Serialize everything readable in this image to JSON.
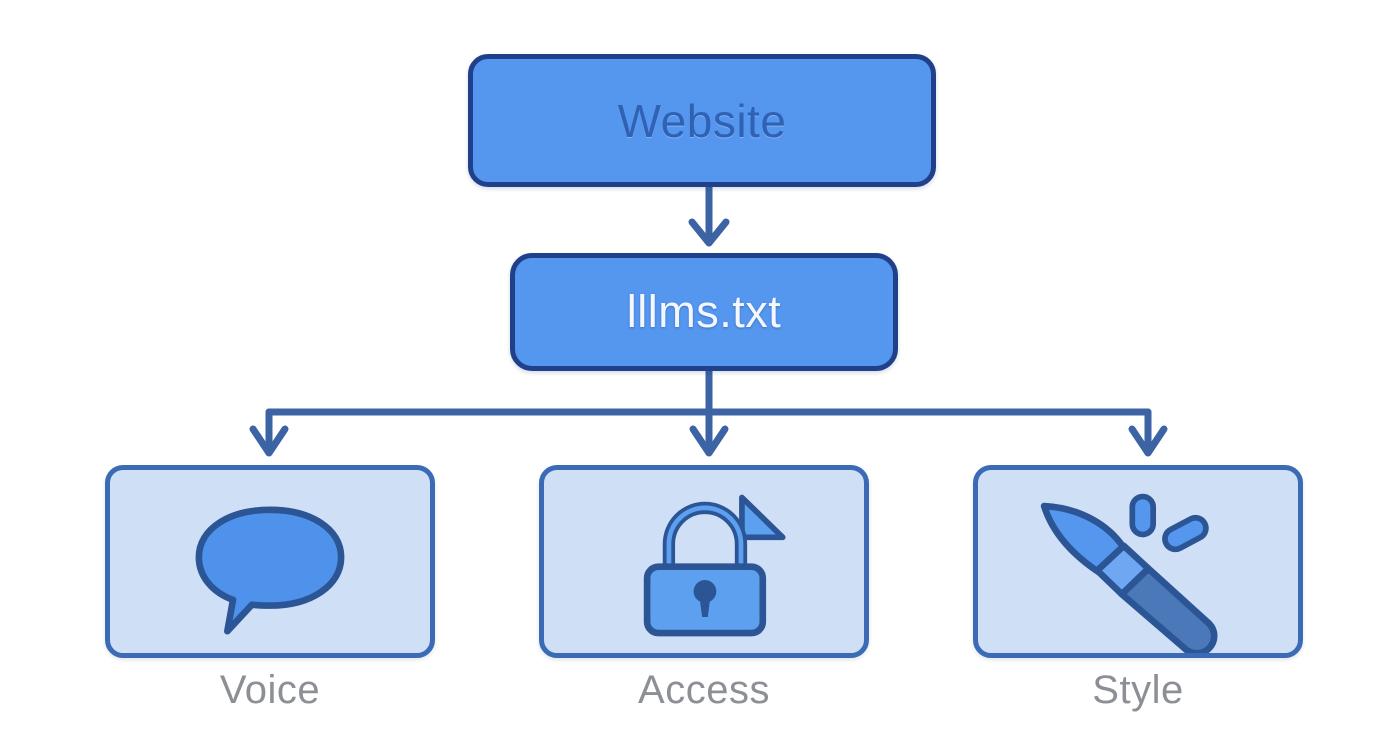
{
  "diagram": {
    "type": "hierarchy-tree",
    "background_color": "#ffffff",
    "root": {
      "id": "website",
      "label": "Website",
      "fill_color": "#5596ef",
      "border_color": "#21408c",
      "text_color": "#2f62b5"
    },
    "second_level": {
      "id": "llms-txt",
      "label": "lllms.txt",
      "fill_color": "#5596ef",
      "border_color": "#21408c",
      "text_color": "#f4f8fe"
    },
    "leaves": [
      {
        "id": "voice",
        "label": "Voice",
        "icon": "speech-bubble-icon",
        "card_fill": "#cfdff5",
        "card_border": "#3b6bb5"
      },
      {
        "id": "access",
        "label": "Access",
        "icon": "padlock-icon",
        "card_fill": "#cfdff5",
        "card_border": "#3b6bb5"
      },
      {
        "id": "style",
        "label": "Style",
        "icon": "paintbrush-icon",
        "card_fill": "#cfdff5",
        "card_border": "#3b6bb5"
      }
    ],
    "connectors": {
      "color": "#3c63a4",
      "arrow_style": "open-chevron",
      "description": "Website flows down to lllms.txt, which branches through a horizontal bus into three leaf cards"
    },
    "caption_color": "#8c9096"
  }
}
